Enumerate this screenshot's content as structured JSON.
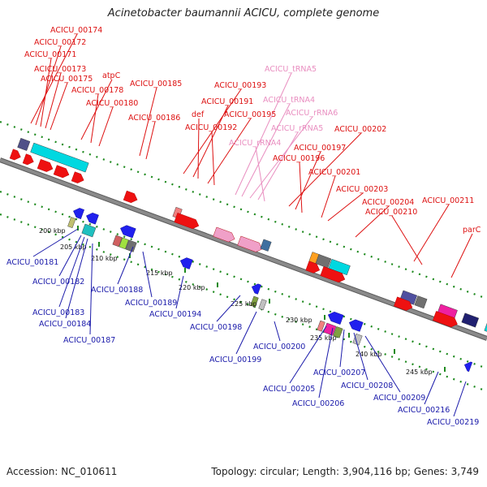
{
  "title": "Acinetobacter baumannii ACICU, complete genome",
  "footer": {
    "accession": "Accession: NC_010611",
    "summary": "Topology: circular; Length: 3,904,116 bp; Genes: 3,749"
  },
  "colors": {
    "forward_label": "#dd1111",
    "rna_label": "#e98ec0",
    "reverse_label": "#1a1aaa",
    "backbone": "#8a8a8a",
    "dots": "#1e8a1e"
  },
  "scale_ticks": [
    "200 kbp",
    "205 kbp",
    "210 kbp",
    "215 kbp",
    "220 kbp",
    "225 kbp",
    "230 kbp",
    "235 kbp",
    "240 kbp",
    "245 kbp"
  ],
  "forward_labels": [
    {
      "text": "ACICU_00174",
      "kind": "cds"
    },
    {
      "text": "ACICU_00172",
      "kind": "cds"
    },
    {
      "text": "ACICU_00171",
      "kind": "cds"
    },
    {
      "text": "ACICU_00173",
      "kind": "cds"
    },
    {
      "text": "ACICU_00175",
      "kind": "cds"
    },
    {
      "text": "atpC",
      "kind": "cds"
    },
    {
      "text": "ACICU_00178",
      "kind": "cds"
    },
    {
      "text": "ACICU_00180",
      "kind": "cds"
    },
    {
      "text": "ACICU_00185",
      "kind": "cds"
    },
    {
      "text": "ACICU_00186",
      "kind": "cds"
    },
    {
      "text": "ACICU_00193",
      "kind": "cds"
    },
    {
      "text": "ACICU_00191",
      "kind": "cds"
    },
    {
      "text": "def",
      "kind": "cds"
    },
    {
      "text": "ACICU_00195",
      "kind": "cds"
    },
    {
      "text": "ACICU_00192",
      "kind": "cds"
    },
    {
      "text": "ACICU_tRNA5",
      "kind": "rna"
    },
    {
      "text": "ACICU_tRNA4",
      "kind": "rna"
    },
    {
      "text": "ACICU_rRNA6",
      "kind": "rna"
    },
    {
      "text": "ACICU_rRNA5",
      "kind": "rna"
    },
    {
      "text": "ACICU_rRNA4",
      "kind": "rna"
    },
    {
      "text": "ACICU_00202",
      "kind": "cds"
    },
    {
      "text": "ACICU_00197",
      "kind": "cds"
    },
    {
      "text": "ACICU_00196",
      "kind": "cds"
    },
    {
      "text": "ACICU_00201",
      "kind": "cds"
    },
    {
      "text": "ACICU_00203",
      "kind": "cds"
    },
    {
      "text": "ACICU_00204",
      "kind": "cds"
    },
    {
      "text": "ACICU_00211",
      "kind": "cds"
    },
    {
      "text": "ACICU_00210",
      "kind": "cds"
    },
    {
      "text": "parC",
      "kind": "cds"
    }
  ],
  "reverse_labels": [
    "ACICU_00181",
    "ACICU_00182",
    "ACICU_00183",
    "ACICU_00184",
    "ACICU_00187",
    "ACICU_00188",
    "ACICU_00189",
    "ACICU_00194",
    "ACICU_00198",
    "ACICU_00199",
    "ACICU_00200",
    "ACICU_00205",
    "ACICU_00206",
    "ACICU_00207",
    "ACICU_00208",
    "ACICU_00209",
    "ACICU_00216",
    "ACICU_00219"
  ]
}
